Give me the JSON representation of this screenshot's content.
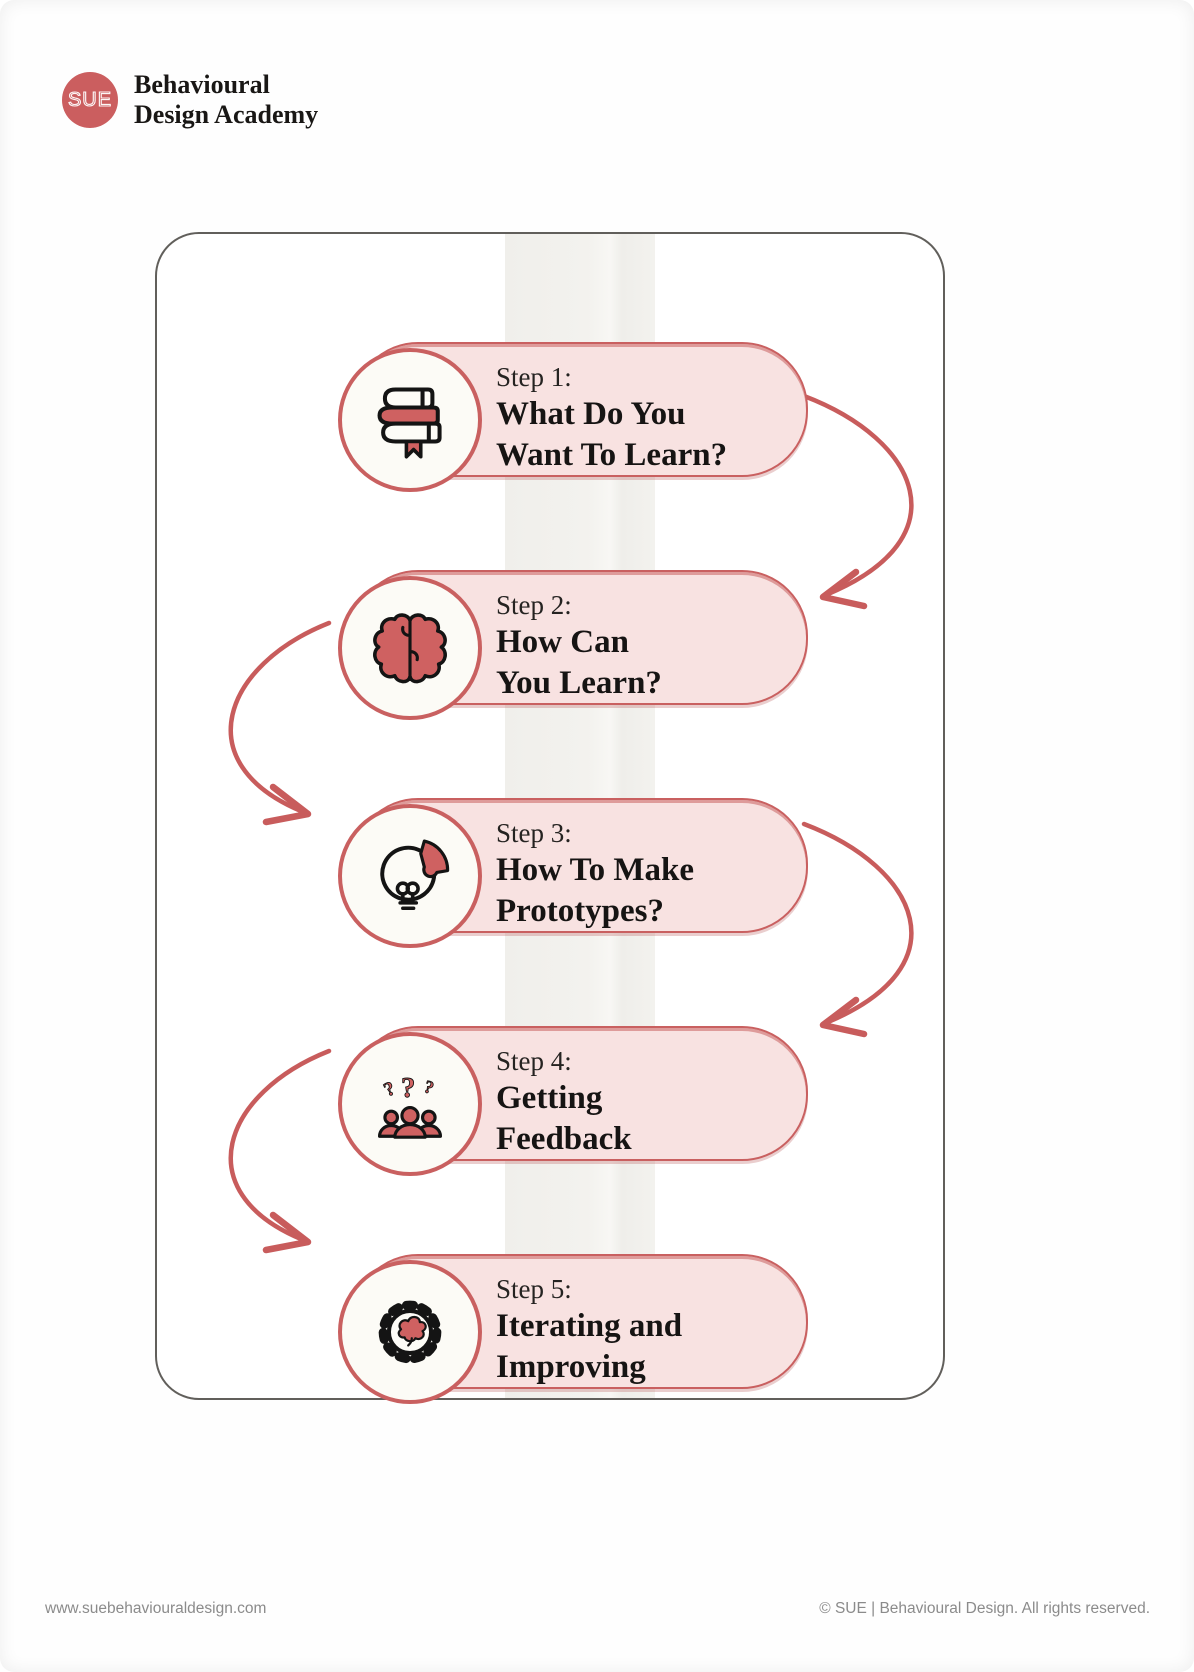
{
  "brand": {
    "logo_text": "SUE",
    "name_line1": "Behavioural",
    "name_line2": "Design Academy"
  },
  "steps": [
    {
      "label": "Step 1:",
      "title_line1": "What Do You",
      "title_line2": "Want To Learn?",
      "icon": "books-icon"
    },
    {
      "label": "Step 2:",
      "title_line1": "How Can",
      "title_line2": "You Learn?",
      "icon": "brain-icon"
    },
    {
      "label": "Step 3:",
      "title_line1": "How To Make",
      "title_line2": "Prototypes?",
      "icon": "lightbulb-puzzle-icon"
    },
    {
      "label": "Step 4:",
      "title_line1": "Getting",
      "title_line2": "Feedback",
      "icon": "people-questions-icon"
    },
    {
      "label": "Step 5:",
      "title_line1": "Iterating and",
      "title_line2": "Improving",
      "icon": "gear-brain-icon"
    }
  ],
  "footer": {
    "website": "www.suebehaviouraldesign.com",
    "copyright": "© SUE | Behavioural Design. All rights reserved."
  },
  "colors": {
    "accent_red": "#c85c5c",
    "logo_red": "#cb5e5f",
    "pill_fill": "#f8e2e1",
    "pill_border": "#c96060",
    "icon_circle_fill": "#fcfbf6",
    "icon_ink": "#141414",
    "icon_red": "#cf6161",
    "board_border": "#615f5b",
    "stripe_gray": "#f2f1ed",
    "title_text": "#161413",
    "footer_text": "#8b8b8b"
  }
}
